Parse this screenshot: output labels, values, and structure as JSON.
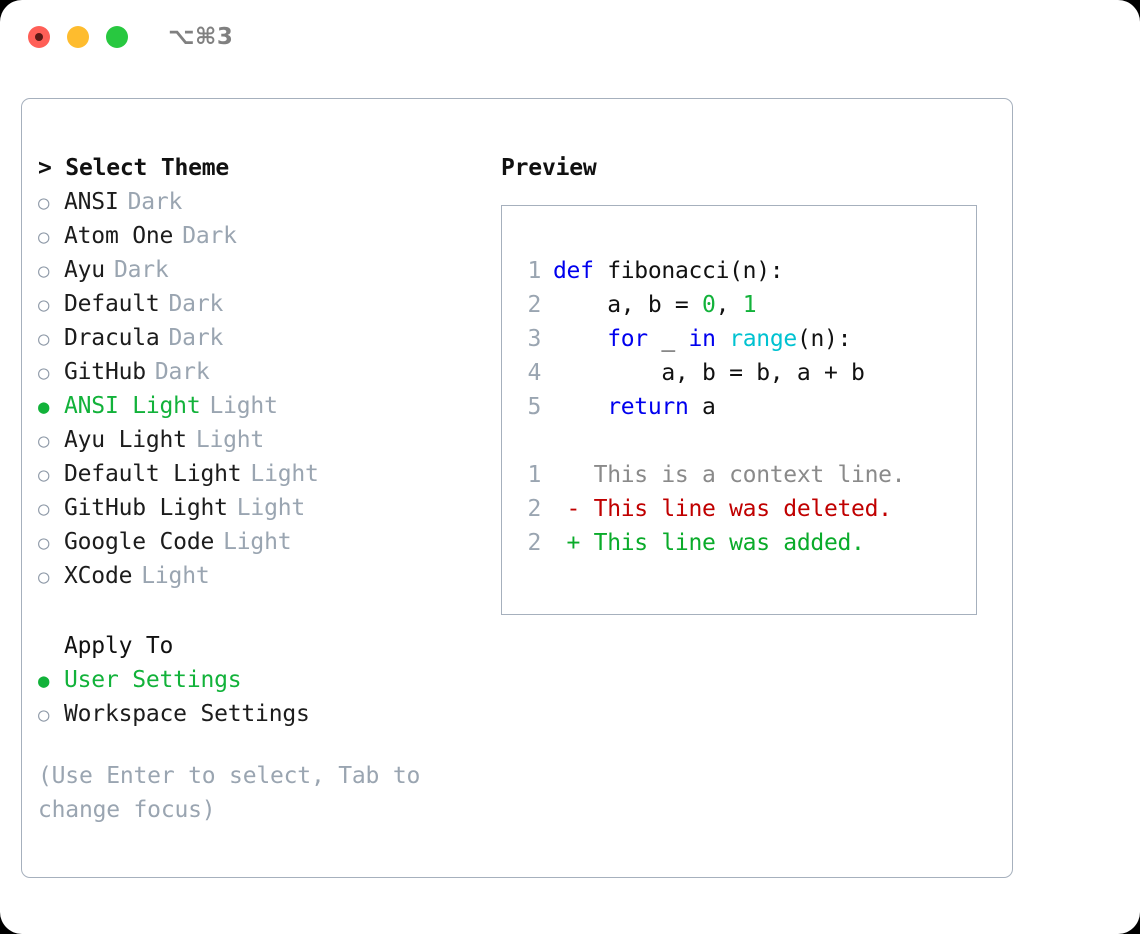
{
  "titlebar": {
    "shortcut": "⌥⌘3",
    "buttons": [
      {
        "name": "close",
        "color": "#ff5f57"
      },
      {
        "name": "minimize",
        "color": "#febc2e"
      },
      {
        "name": "zoom",
        "color": "#28c840"
      }
    ]
  },
  "theme_selector": {
    "title": "> Select Theme",
    "items": [
      {
        "marker": "○",
        "label": "ANSI",
        "suffix": "Dark",
        "selected": false
      },
      {
        "marker": "○",
        "label": "Atom One",
        "suffix": "Dark",
        "selected": false
      },
      {
        "marker": "○",
        "label": "Ayu",
        "suffix": "Dark",
        "selected": false
      },
      {
        "marker": "○",
        "label": "Default",
        "suffix": "Dark",
        "selected": false
      },
      {
        "marker": "○",
        "label": "Dracula",
        "suffix": "Dark",
        "selected": false
      },
      {
        "marker": "○",
        "label": "GitHub",
        "suffix": "Dark",
        "selected": false
      },
      {
        "marker": "●",
        "label": "ANSI Light",
        "suffix": "Light",
        "selected": true
      },
      {
        "marker": "○",
        "label": "Ayu Light",
        "suffix": "Light",
        "selected": false
      },
      {
        "marker": "○",
        "label": "Default Light",
        "suffix": "Light",
        "selected": false
      },
      {
        "marker": "○",
        "label": "GitHub Light",
        "suffix": "Light",
        "selected": false
      },
      {
        "marker": "○",
        "label": "Google Code",
        "suffix": "Light",
        "selected": false
      },
      {
        "marker": "○",
        "label": "XCode",
        "suffix": "Light",
        "selected": false
      }
    ]
  },
  "apply_to": {
    "heading": "Apply To",
    "items": [
      {
        "marker": "●",
        "label": "User Settings",
        "selected": true
      },
      {
        "marker": "○",
        "label": "Workspace Settings",
        "selected": false
      }
    ]
  },
  "hint": "(Use Enter to select, Tab to change focus)",
  "preview": {
    "title": "Preview",
    "code_lines": [
      {
        "number": "1",
        "tokens": [
          {
            "text": "def",
            "type": "kw"
          },
          {
            "text": " fibonacci(n):",
            "type": "plain"
          }
        ]
      },
      {
        "number": "2",
        "tokens": [
          {
            "text": "    a, b = ",
            "type": "plain"
          },
          {
            "text": "0",
            "type": "num"
          },
          {
            "text": ", ",
            "type": "plain"
          },
          {
            "text": "1",
            "type": "num"
          }
        ]
      },
      {
        "number": "3",
        "tokens": [
          {
            "text": "    ",
            "type": "plain"
          },
          {
            "text": "for",
            "type": "kw"
          },
          {
            "text": " _ ",
            "type": "plain"
          },
          {
            "text": "in",
            "type": "kw"
          },
          {
            "text": " ",
            "type": "plain"
          },
          {
            "text": "range",
            "type": "fn"
          },
          {
            "text": "(n):",
            "type": "plain"
          }
        ]
      },
      {
        "number": "4",
        "tokens": [
          {
            "text": "        a, b = b, a + b",
            "type": "plain"
          }
        ]
      },
      {
        "number": "5",
        "tokens": [
          {
            "text": "    ",
            "type": "plain"
          },
          {
            "text": "return",
            "type": "kw"
          },
          {
            "text": " a",
            "type": "plain"
          }
        ]
      }
    ],
    "diff_lines": [
      {
        "number": "1",
        "text": "   This is a context line.",
        "type": "ctx"
      },
      {
        "number": "2",
        "text": " - This line was deleted.",
        "type": "del"
      },
      {
        "number": "2",
        "text": " + This line was added.",
        "type": "add"
      }
    ]
  },
  "colors": {
    "accent_green": "#12b23a",
    "keyword_blue": "#0000ee",
    "function_cyan": "#00c2d1",
    "number_green": "#12b23a",
    "muted_gray": "#9aa5b1",
    "diff_deleted": "#c00000",
    "diff_added": "#0aab2a",
    "border": "#a6b0bd"
  }
}
